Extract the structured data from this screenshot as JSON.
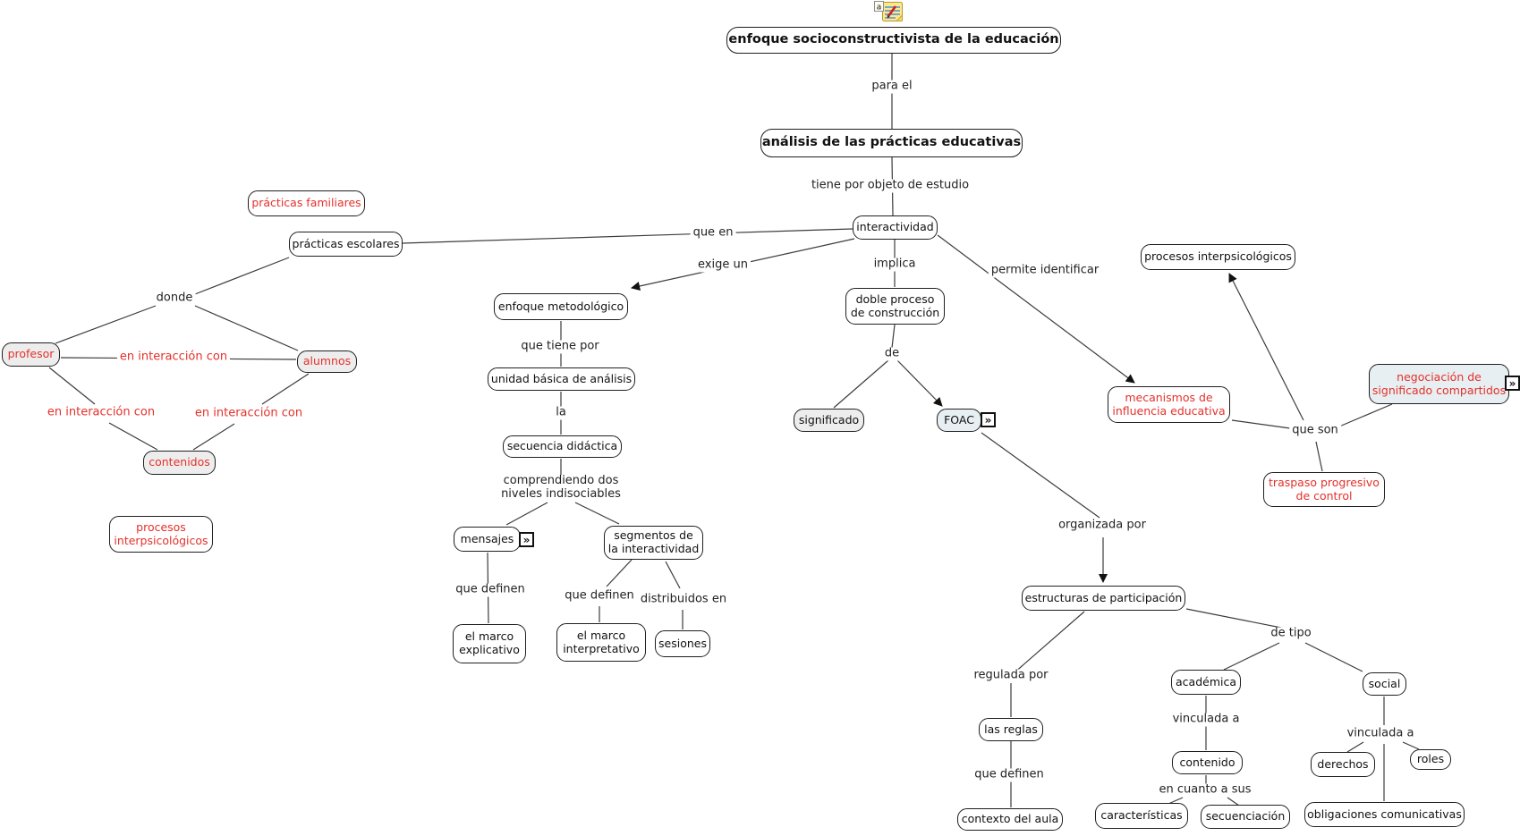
{
  "map_title": "enfoque socioconstructivista de la educación",
  "colors": {
    "node_border": "#1f1f1f",
    "red_text": "#e5302a",
    "gray_fill": "#ededed",
    "blue_fill": "#e7eff2",
    "line": "#3c3c3c",
    "note_yellow": "#ffe88a"
  },
  "icons": {
    "resource_link": "»",
    "annotation_label": "a"
  },
  "nodes": {
    "title": "enfoque socioconstructivista de la educación",
    "analisis": "análisis de las prácticas educativas",
    "interactividad": "interactividad",
    "practicas_familiares": "prácticas familiares",
    "practicas_escolares": "prácticas escolares",
    "profesor": "profesor",
    "alumnos": "alumnos",
    "contenidos": "contenidos",
    "procesos_interpsicologicos_izq": "procesos\ninterpsicológicos",
    "enfoque_metodologico": "enfoque metodológico",
    "unidad_basica": "unidad básica de análisis",
    "secuencia_didactica": "secuencia didáctica",
    "mensajes": "mensajes",
    "segmentos": "segmentos de\nla interactividad",
    "marco_explicativo": "el marco\nexplicativo",
    "marco_interpretativo": "el marco\ninterpretativo",
    "sesiones": "sesiones",
    "doble_proceso": "doble proceso\nde construcción",
    "significado": "significado",
    "foac": "FOAC",
    "procesos_interpsicologicos_der": "procesos interpsicológicos",
    "mecanismos": "mecanismos de\ninfluencia educativa",
    "negociacion": "negociación de\nsignificado compartidos",
    "traspaso": "traspaso progresivo\nde control",
    "estructuras": "estructuras de participación",
    "las_reglas": "las reglas",
    "contexto_aula": "contexto del aula",
    "academica": "académica",
    "contenido": "contenido",
    "caracteristicas": "características",
    "secuenciacion": "secuenciación",
    "social": "social",
    "derechos": "derechos",
    "roles": "roles",
    "obligaciones": "obligaciones comunicativas"
  },
  "phrases": {
    "para_el": "para el",
    "tiene_por_objeto": "tiene por objeto de estudio",
    "que_en": "que en",
    "exige_un": "exige un",
    "implica": "implica",
    "permite_identificar": "permite identificar",
    "de": "de",
    "organizada_por": "organizada por",
    "que_son": "que son",
    "donde": "donde",
    "en_interaccion_con": "en interacción con",
    "que_tiene_por": "que tiene por",
    "la": "la",
    "comprendiendo": "comprendiendo dos\nniveles indisociables",
    "que_definen": "que definen",
    "distribuidos_en": "distribuidos en",
    "regulada_por": "regulada por",
    "de_tipo": "de tipo",
    "vinculada_a": "vinculada a",
    "en_cuanto_a_sus": "en cuanto a sus"
  }
}
